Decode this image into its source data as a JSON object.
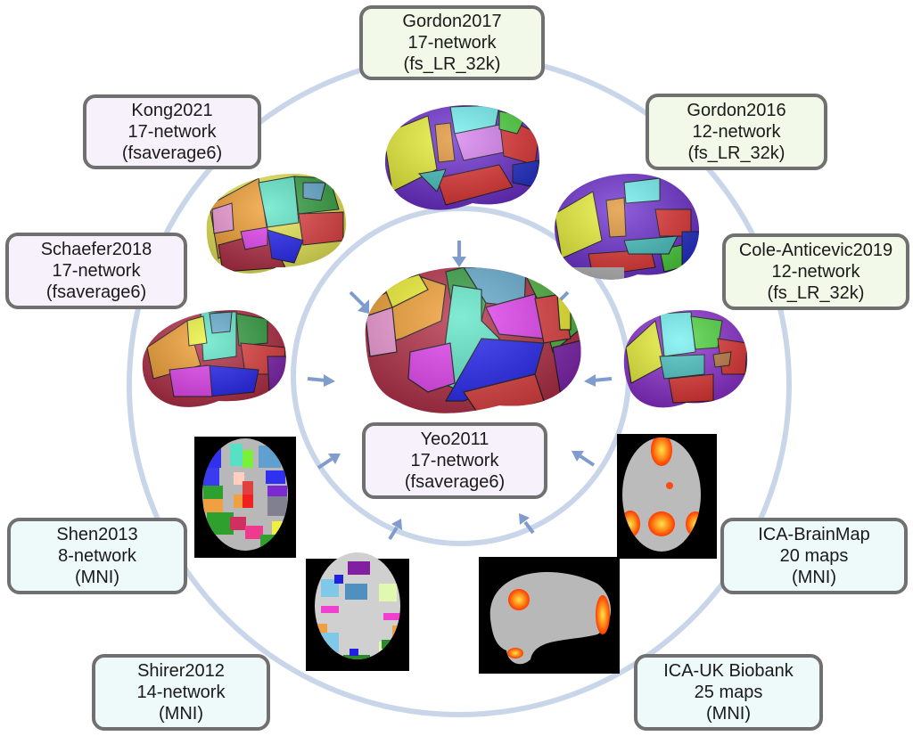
{
  "figure": {
    "center_atlas": {
      "name": "Yeo2011",
      "networks": "17-network",
      "space": "(fsaverage6)"
    },
    "atlases": [
      {
        "id": "gordon2017",
        "name": "Gordon2017",
        "networks": "17-network",
        "space": "(fs_LR_32k)",
        "image": "surface"
      },
      {
        "id": "kong2021",
        "name": "Kong2021",
        "networks": "17-network",
        "space": "(fsaverage6)",
        "image": "surface"
      },
      {
        "id": "gordon2016",
        "name": "Gordon2016",
        "networks": "12-network",
        "space": "(fs_LR_32k)",
        "image": "surface"
      },
      {
        "id": "schaefer2018",
        "name": "Schaefer2018",
        "networks": "17-network",
        "space": "(fsaverage6)",
        "image": "surface"
      },
      {
        "id": "cole-anticevic2019",
        "name": "Cole-Anticevic2019",
        "networks": "12-network",
        "space": "(fs_LR_32k)",
        "image": "surface"
      },
      {
        "id": "shen2013",
        "name": "Shen2013",
        "networks": "8-network",
        "space": "(MNI)",
        "image": "axial-slice"
      },
      {
        "id": "ica-brainmap",
        "name": "ICA-BrainMap",
        "networks": "20 maps",
        "space": "(MNI)",
        "image": "axial-slice"
      },
      {
        "id": "shirer2012",
        "name": "Shirer2012",
        "networks": "14-network",
        "space": "(MNI)",
        "image": "axial-slice"
      },
      {
        "id": "ica-uk-biobank",
        "name": "ICA-UK Biobank",
        "networks": "25 maps",
        "space": "(MNI)",
        "image": "sagittal-slice"
      }
    ],
    "colors": {
      "ring": "#c9d6ea",
      "arrow": "#7f9ccc",
      "box_border": "#707070",
      "fill_fs_LR": "#f2f9e8",
      "fill_fsaverage": "#f6f1fb",
      "fill_MNI": "#eefaf9"
    }
  }
}
